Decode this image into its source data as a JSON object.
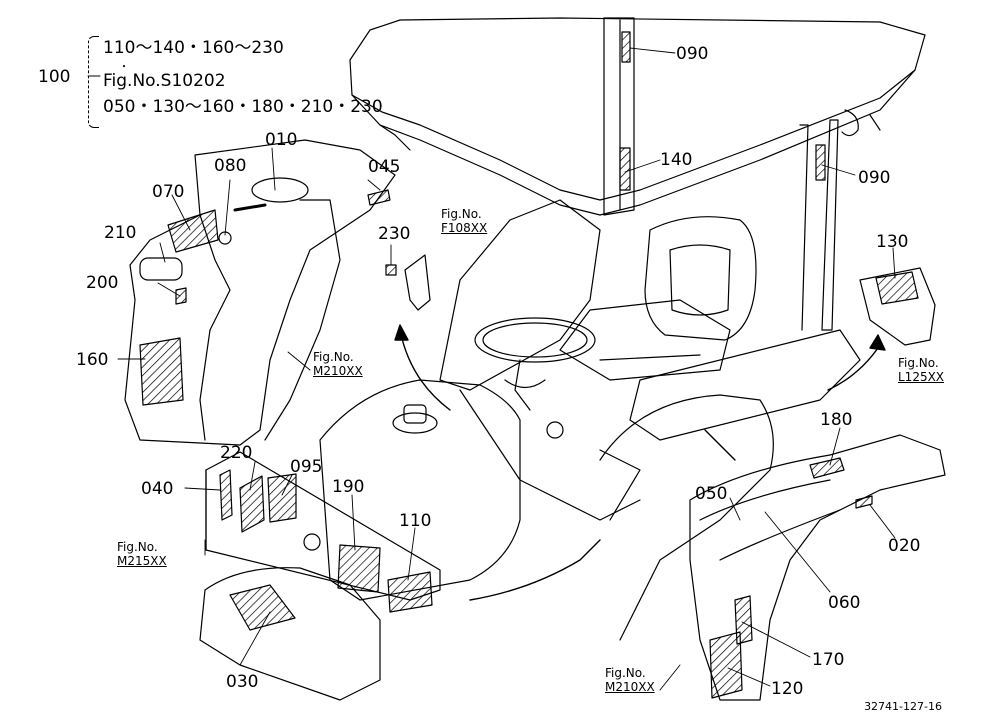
{
  "header": {
    "group_id": "100",
    "line1": "110～140・160～230",
    "line2": "Fig.No.S10202",
    "line3": "050・130～160・180・210・230"
  },
  "callouts": {
    "c090a": "090",
    "c090b": "090",
    "c140": "140",
    "c010": "010",
    "c080": "080",
    "c045": "045",
    "c070": "070",
    "c210": "210",
    "c200": "200",
    "c160": "160",
    "c230": "230",
    "c130": "130",
    "c220": "220",
    "c095": "095",
    "c040": "040",
    "c190": "190",
    "c110": "110",
    "c180": "180",
    "c050": "050",
    "c020": "020",
    "c060": "060",
    "c030": "030",
    "c170": "170",
    "c120": "120"
  },
  "figure_refs": {
    "f108_a": "Fig.No.",
    "f108_b": "F108XX",
    "m210_1a": "Fig.No.",
    "m210_1b": "M210XX",
    "l125_a": "Fig.No.",
    "l125_b": "L125XX",
    "m215_a": "Fig.No.",
    "m215_b": "M215XX",
    "m210_2a": "Fig.No.",
    "m210_2b": "M210XX"
  },
  "drawing_code": "32741-127-16"
}
